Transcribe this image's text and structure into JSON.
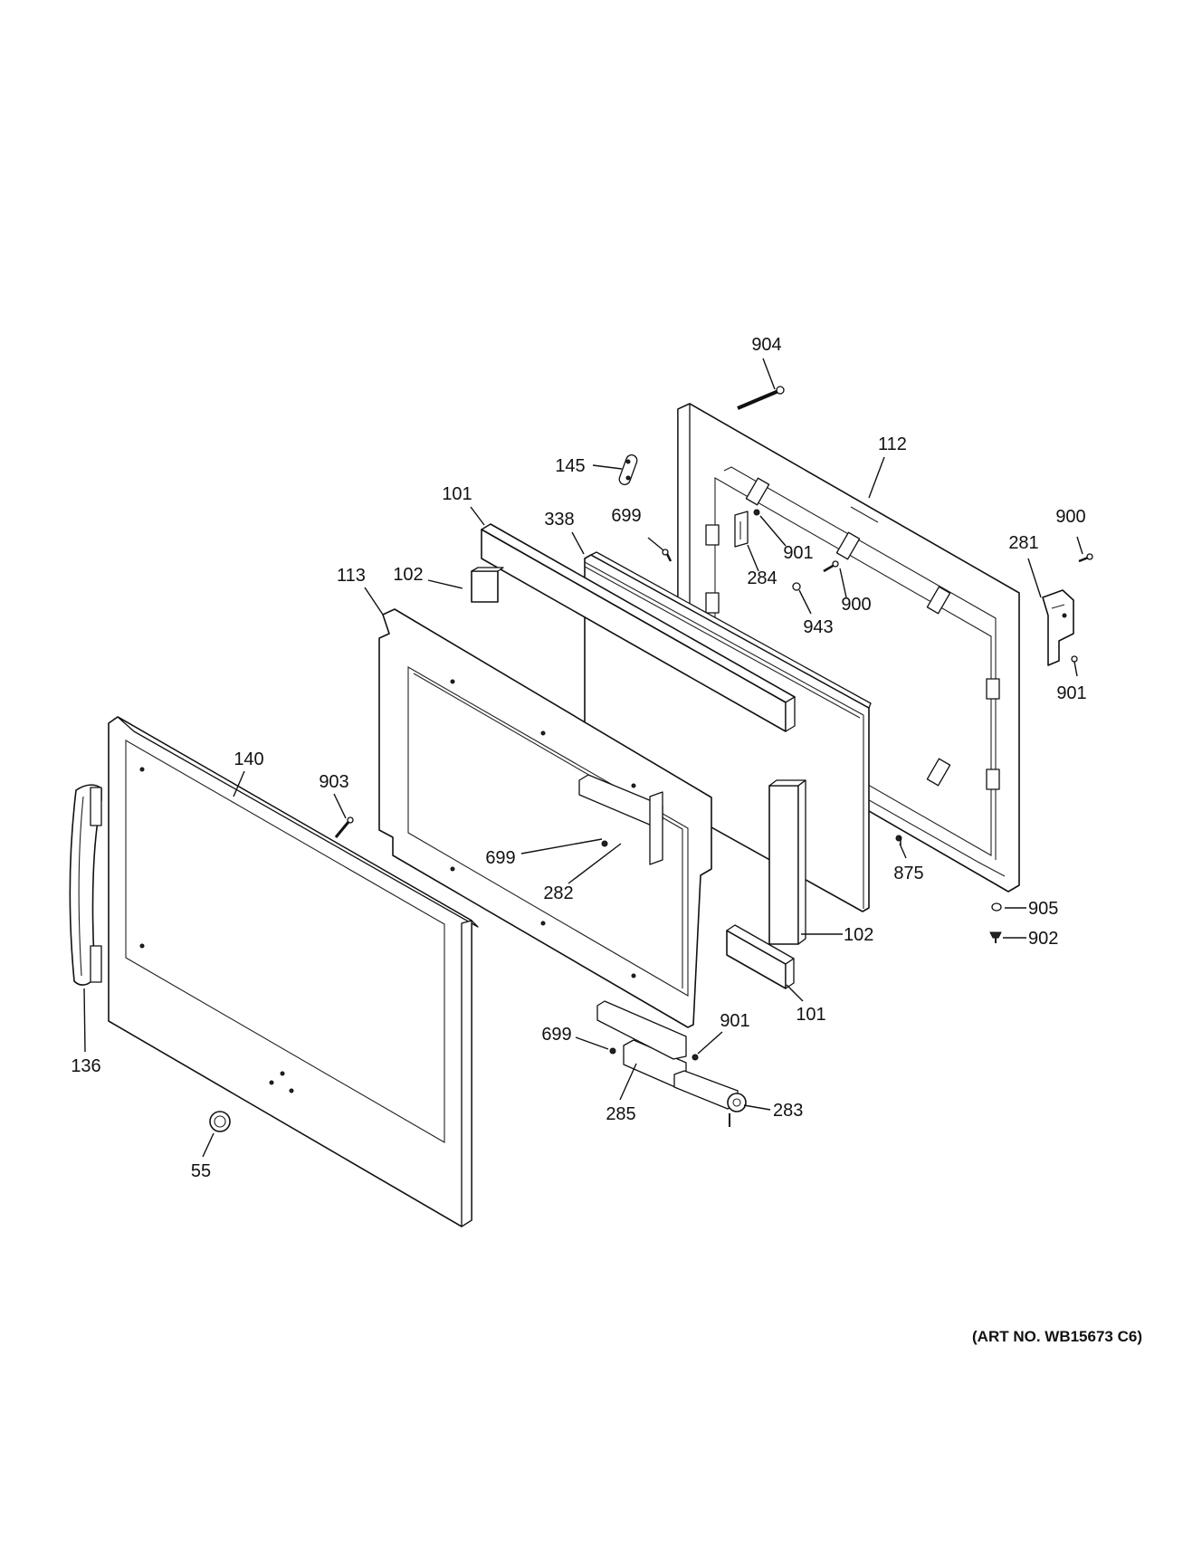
{
  "diagram": {
    "art_number": "(ART NO. WB15673 C6)",
    "callouts": {
      "p904": "904",
      "p145": "145",
      "p112": "112",
      "p101a": "101",
      "p338": "338",
      "p699a": "699",
      "p900a": "900",
      "p113": "113",
      "p102a": "102",
      "p901a": "901",
      "p281": "281",
      "p284": "284",
      "p900b": "900",
      "p943": "943",
      "p901b": "901",
      "p140": "140",
      "p903": "903",
      "p699b": "699",
      "p282": "282",
      "p875": "875",
      "p905": "905",
      "p902": "902",
      "p102b": "102",
      "p101b": "101",
      "p136": "136",
      "p699c": "699",
      "p901c": "901",
      "p285": "285",
      "p283": "283",
      "p55": "55"
    }
  }
}
